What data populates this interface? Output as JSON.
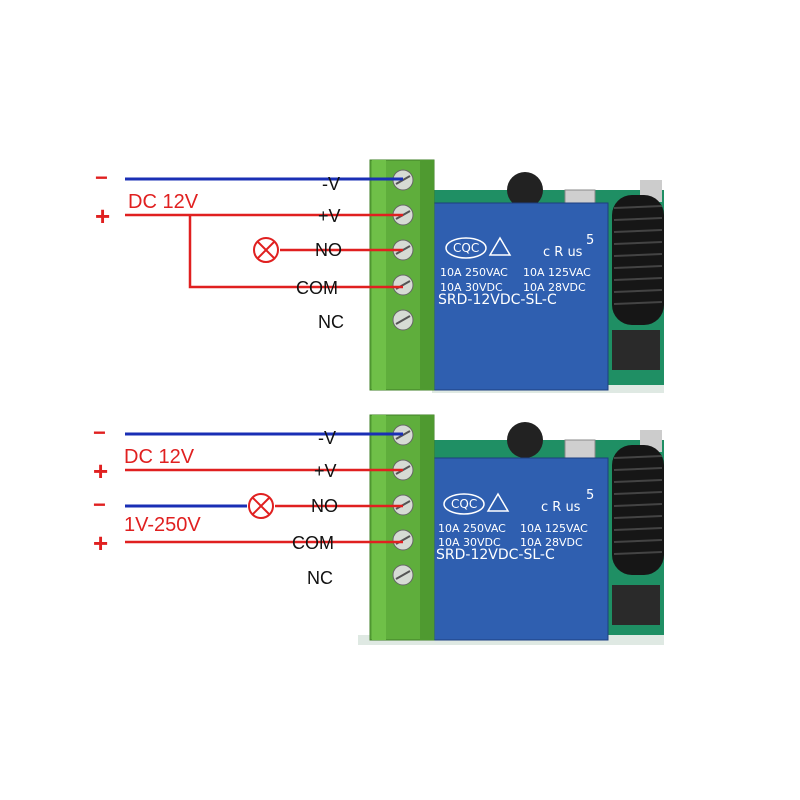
{
  "colors": {
    "negative_wire": "#1a2fb5",
    "positive_wire": "#e02020",
    "terminal_block": "#5fae3c",
    "relay_body": "#2f5fb0",
    "pcb": "#1f8f64",
    "antenna": "#1a1a1a",
    "lamp": "#e02020"
  },
  "diagrams": [
    {
      "id": "top",
      "supply_label": "DC 12V",
      "polarity": {
        "minus": "−",
        "plus": "+"
      },
      "terminals": [
        "-V",
        "+V",
        "NO",
        "COM",
        "NC"
      ],
      "relay": {
        "cert": "CQC",
        "ul_mark": "c R us",
        "rating_number": "5",
        "us_text": "US",
        "line1_left": "10A 250VAC",
        "line1_right": "10A 125VAC",
        "line2_left": "10A 30VDC",
        "line2_right": "10A 28VDC",
        "model": "SRD-12VDC-SL-C"
      },
      "lamp_icon": "lamp-x-icon"
    },
    {
      "id": "bottom",
      "supply_label": "DC 12V",
      "load_label": "1V-250V",
      "polarity": {
        "minus": "−",
        "plus": "+"
      },
      "terminals": [
        "-V",
        "+V",
        "NO",
        "COM",
        "NC"
      ],
      "relay": {
        "cert": "CQC",
        "ul_mark": "c R us",
        "rating_number": "5",
        "us_text": "US",
        "line1_left": "10A 250VAC",
        "line1_right": "10A 125VAC",
        "line2_left": "10A 30VDC",
        "line2_right": "10A 28VDC",
        "model": "SRD-12VDC-SL-C"
      },
      "lamp_icon": "lamp-x-icon"
    }
  ]
}
